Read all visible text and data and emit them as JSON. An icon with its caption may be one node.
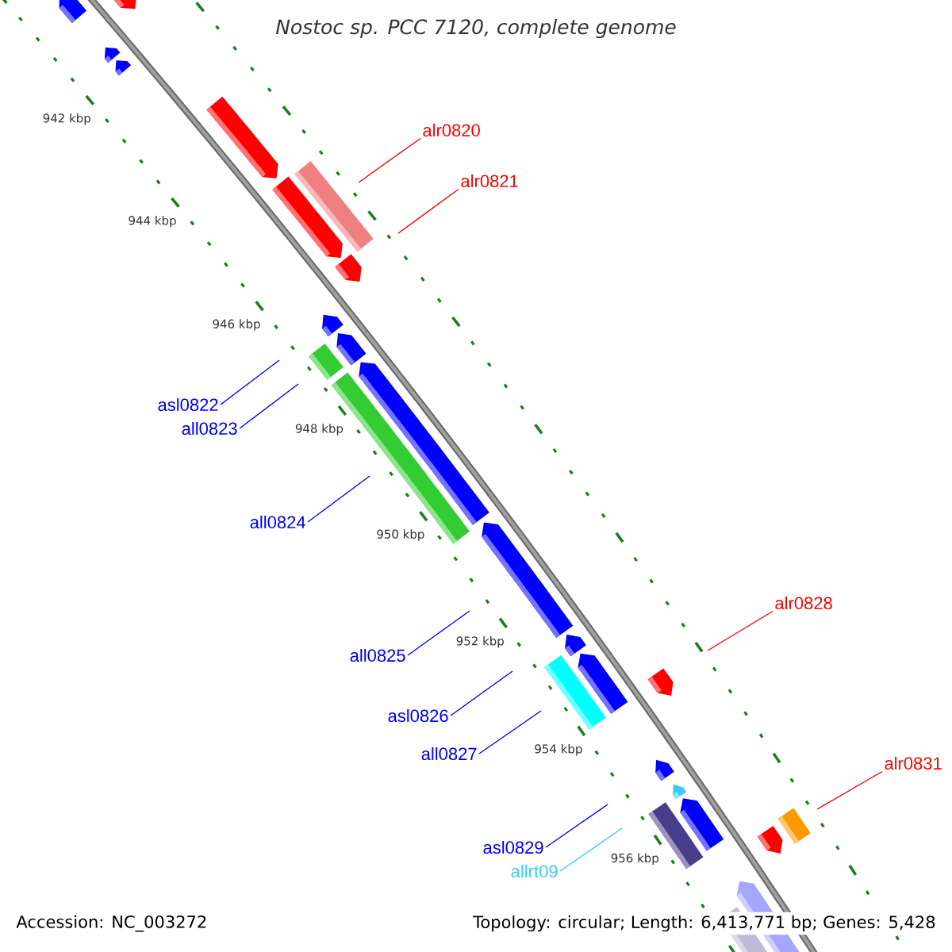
{
  "diagram": {
    "title": "Nostoc sp. PCC 7120, complete genome",
    "nodes": [
      {
        "text": [
          "alr0820"
        ]
      },
      {
        "text": [
          "alr0821"
        ]
      },
      {
        "text": [
          "asl0822"
        ]
      },
      {
        "text": [
          "all0823"
        ]
      },
      {
        "text": [
          "all0824"
        ]
      },
      {
        "text": [
          "alr0828"
        ]
      },
      {
        "text": [
          "all0825"
        ]
      },
      {
        "text": [
          "asl0826"
        ]
      },
      {
        "text": [
          "all0827"
        ]
      },
      {
        "text": [
          "alr0831"
        ]
      },
      {
        "text": [
          "asl0829"
        ]
      },
      {
        "text": [
          "allrt09"
        ]
      }
    ],
    "edges": [
      {
        "from": 0,
        "to": null,
        "arrow": "none",
        "color": "#ff0000"
      },
      {
        "from": 1,
        "to": null,
        "arrow": "none",
        "color": "#ff0000"
      },
      {
        "from": 2,
        "to": null,
        "arrow": "none"
      },
      {
        "from": 3,
        "to": null,
        "arrow": "none"
      },
      {
        "from": 4,
        "to": null,
        "arrow": "none"
      },
      {
        "from": 5,
        "to": null,
        "arrow": "none",
        "color": "#ff0000"
      },
      {
        "from": 6,
        "to": null,
        "arrow": "none"
      },
      {
        "from": 7,
        "to": null,
        "arrow": "none"
      },
      {
        "from": 8,
        "to": null,
        "arrow": "none"
      },
      {
        "from": 9,
        "to": null,
        "arrow": "none",
        "color": "#ff0000"
      },
      {
        "from": 10,
        "to": null,
        "arrow": "none"
      },
      {
        "from": 11,
        "to": null,
        "arrow": "none",
        "color": "#33ccff"
      }
    ],
    "labels": [
      "942 kbp",
      "944 kbp",
      "946 kbp",
      "948 kbp",
      "950 kbp",
      "952 kbp",
      "954 kbp",
      "956 kbp",
      "Accession: NC_003272",
      "Topology: circular; Length: 6,413,771 bp; Genes: 5,428"
    ]
  }
}
